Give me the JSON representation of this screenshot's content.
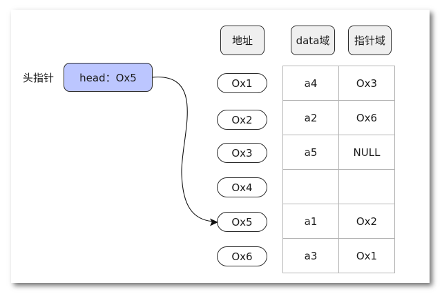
{
  "head": {
    "label": "头指针",
    "value": "head：Ox5"
  },
  "headers": {
    "address": "地址",
    "data": "data域",
    "pointer": "指针域"
  },
  "nodes": [
    {
      "address": "Ox1",
      "data": "a4",
      "next": "Ox3"
    },
    {
      "address": "Ox2",
      "data": "a2",
      "next": "Ox6"
    },
    {
      "address": "Ox3",
      "data": "a5",
      "next": "NULL"
    },
    {
      "address": "Ox4",
      "data": "",
      "next": ""
    },
    {
      "address": "Ox5",
      "data": "a1",
      "next": "Ox2"
    },
    {
      "address": "Ox6",
      "data": "a3",
      "next": "Ox1"
    }
  ],
  "colors": {
    "head_fill": "#bcc6ff",
    "header_fill": "#efefef",
    "stroke": "#2b2b2b",
    "grid": "#b4b4b4"
  }
}
